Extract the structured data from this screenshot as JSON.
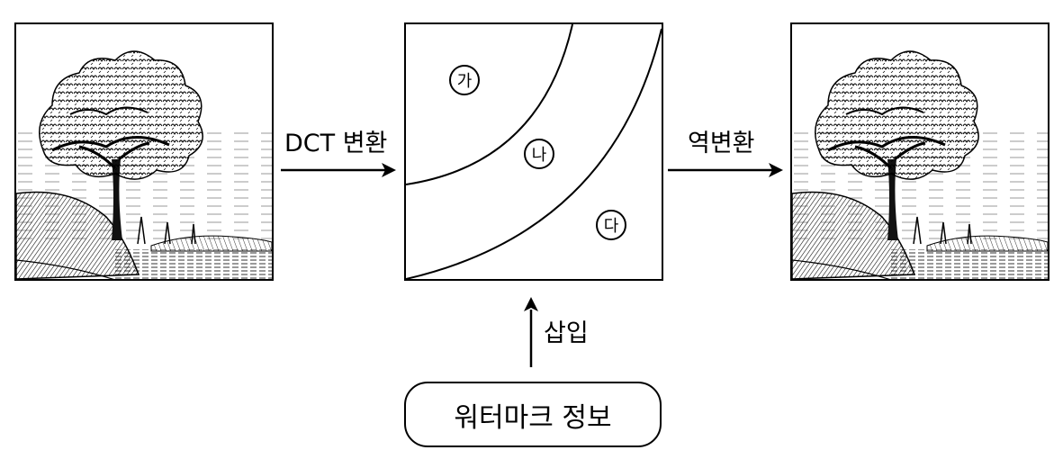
{
  "diagram": {
    "labels": {
      "dct_transform": "DCT 변환",
      "inverse_transform": "역변환",
      "insert": "삽입",
      "watermark_info": "워터마크 정보"
    },
    "regions": {
      "low": "가",
      "mid": "나",
      "high": "다"
    },
    "images": {
      "original": "tree-landscape-illustration",
      "result": "tree-landscape-illustration"
    }
  }
}
